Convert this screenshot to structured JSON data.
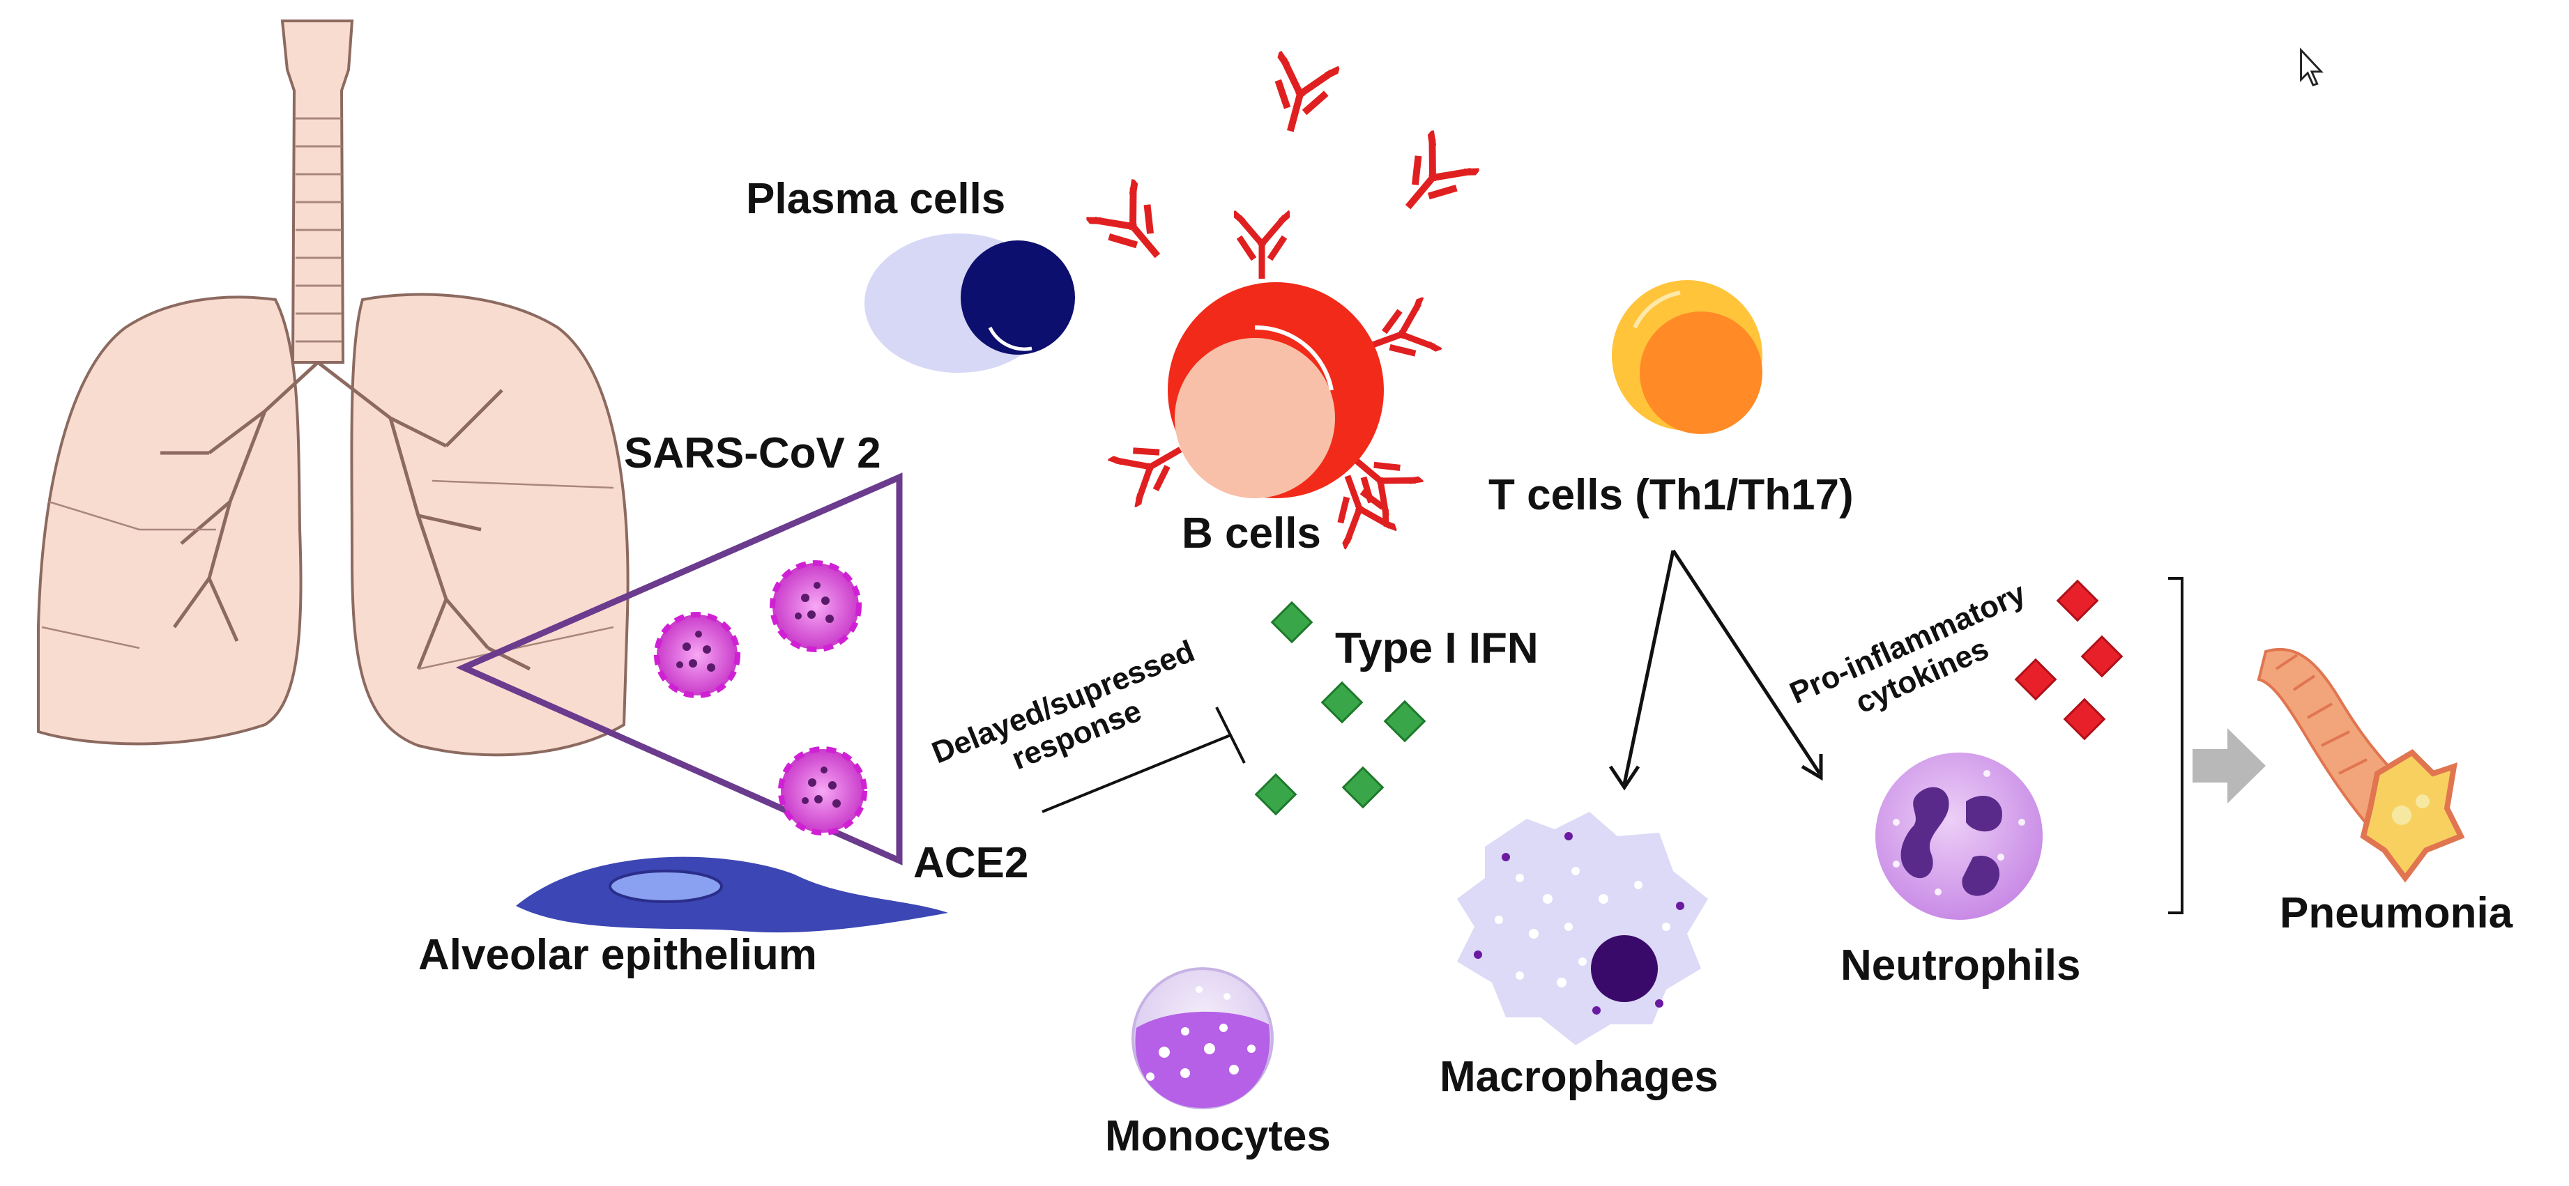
{
  "labels": {
    "plasma_cells": "Plasma cells",
    "b_cells": "B cells",
    "t_cells": "T cells (Th1/Th17)",
    "sars_cov2": "SARS-CoV 2",
    "ace2": "ACE2",
    "alveolar_epithelium": "Alveolar epithelium",
    "type1_ifn": "Type I IFN",
    "delayed_line1": "Delayed/supressed",
    "delayed_line2": "response",
    "proinflam_line1": "Pro-inflammatory",
    "proinflam_line2": "cytokines",
    "monocytes": "Monocytes",
    "macrophages": "Macrophages",
    "neutrophils": "Neutrophils",
    "pneumonia": "Pneumonia"
  },
  "colors": {
    "lung_fill": "#f9dcd0",
    "lung_stroke": "#8c6a60",
    "virus_triangle": "#6b3b8e",
    "antibody_red": "#e02020",
    "b_cell_red": "#f22a1a",
    "b_cell_nucleus": "#f8c0a8",
    "plasma_outer": "#d6d8f6",
    "plasma_nucleus": "#0c0f6e",
    "t_cell_outer": "#ffc43a",
    "t_cell_nucleus": "#ff8a26",
    "ifn_green": "#3aa64a",
    "cytokine_red": "#e8202a",
    "monocyte_purple": "#b560e6",
    "macrophage_fill": "#dcdaf6",
    "neutrophil_fill": "#d49cec",
    "arrow_grey": "#b8b8b8",
    "epithelium_blue": "#3c46b4"
  }
}
